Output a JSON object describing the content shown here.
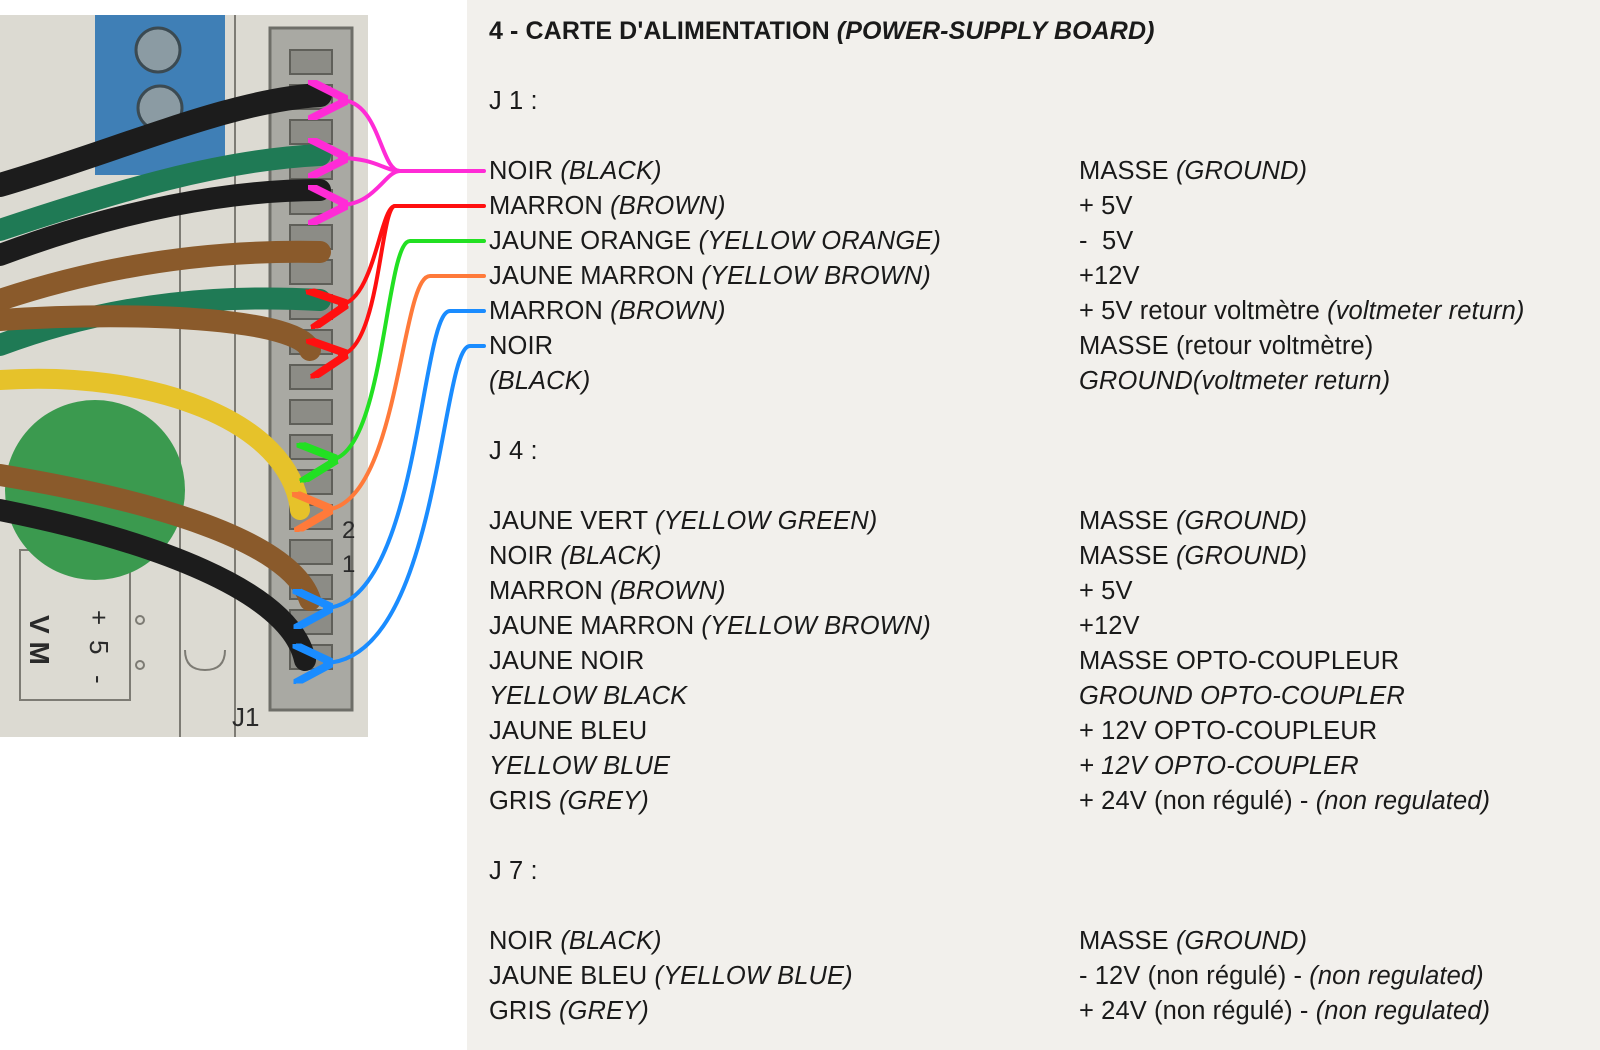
{
  "title": {
    "main": "4 - CARTE D'ALIMENTATION",
    "english": "(POWER-SUPPLY BOARD)"
  },
  "photo": {
    "labels": [
      "2",
      "1",
      "J1",
      "V M",
      "5",
      "+",
      "-"
    ]
  },
  "sections": [
    {
      "heading": "J 1 :",
      "rows": [
        {
          "fr": "NOIR",
          "en": "(BLACK)",
          "fn_fr": "MASSE",
          "fn_en": "(GROUND)"
        },
        {
          "fr": "MARRON",
          "en": "(BROWN)",
          "fn_fr": "+ 5V",
          "fn_en": ""
        },
        {
          "fr": "JAUNE ORANGE",
          "en": "(YELLOW ORANGE)",
          "fn_fr": "-  5V",
          "fn_en": ""
        },
        {
          "fr": "JAUNE MARRON",
          "en": "(YELLOW BROWN)",
          "fn_fr": "+12V",
          "fn_en": ""
        },
        {
          "fr": "MARRON",
          "en": "(BROWN)",
          "fn_fr": "+ 5V retour voltmètre",
          "fn_en": "(voltmeter return)"
        },
        {
          "fr": "NOIR",
          "en": "",
          "fn_fr": "MASSE (retour voltmètre)",
          "fn_en": ""
        },
        {
          "fr": "",
          "en": "(BLACK)",
          "fn_fr": "",
          "fn_en": "GROUND(voltmeter return)"
        }
      ]
    },
    {
      "heading": "J 4 :",
      "rows": [
        {
          "fr": "JAUNE VERT",
          "en": "(YELLOW GREEN)",
          "fn_fr": "MASSE",
          "fn_en": "(GROUND)"
        },
        {
          "fr": "NOIR",
          "en": "(BLACK)",
          "fn_fr": "MASSE",
          "fn_en": "(GROUND)"
        },
        {
          "fr": "MARRON",
          "en": "(BROWN)",
          "fn_fr": "+ 5V",
          "fn_en": ""
        },
        {
          "fr": "JAUNE MARRON",
          "en": "(YELLOW BROWN)",
          "fn_fr": "+12V",
          "fn_en": ""
        },
        {
          "fr": "JAUNE NOIR",
          "en": "",
          "fn_fr": "MASSE OPTO-COUPLEUR",
          "fn_en": ""
        },
        {
          "fr": "",
          "en": "YELLOW BLACK",
          "fn_fr": "",
          "fn_en": "GROUND OPTO-COUPLER"
        },
        {
          "fr": "JAUNE BLEU",
          "en": "",
          "fn_fr": "+ 12V OPTO-COUPLEUR",
          "fn_en": ""
        },
        {
          "fr": "",
          "en": "YELLOW BLUE",
          "fn_fr": "",
          "fn_en": "+ 12V OPTO-COUPLER"
        },
        {
          "fr": "GRIS",
          "en": "(GREY)",
          "fn_fr": "+ 24V (non régulé) -",
          "fn_en": "(non regulated)"
        }
      ]
    },
    {
      "heading": "J 7 :",
      "rows": [
        {
          "fr": "NOIR",
          "en": "(BLACK)",
          "fn_fr": "MASSE",
          "fn_en": "(GROUND)"
        },
        {
          "fr": "JAUNE BLEU",
          "en": "(YELLOW BLUE)",
          "fn_fr": "- 12V (non régulé) -",
          "fn_en": "(non regulated)"
        },
        {
          "fr": "GRIS",
          "en": "(GREY)",
          "fn_fr": "+ 24V (non régulé) -",
          "fn_en": "(non regulated)"
        }
      ]
    }
  ],
  "colors": {
    "magenta": "#ff2bd6",
    "red": "#ff1010",
    "green": "#22e022",
    "orange": "#ff7a3a",
    "blue": "#1a8cff",
    "wire_black": "#1c1c1c",
    "wire_green": "#1f7a55",
    "wire_brown": "#8a5a2b",
    "wire_yellow": "#e6c22a",
    "connector": "#a9a9a3",
    "board": "#d8d6cd",
    "document_bg": "#f2f0ec"
  }
}
